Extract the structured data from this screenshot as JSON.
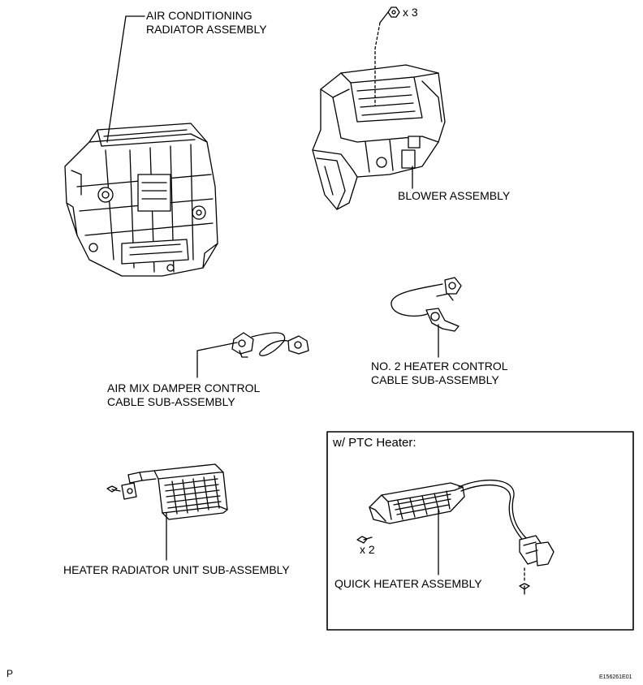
{
  "labels": {
    "ac_radiator": [
      "AIR CONDITIONING",
      "RADIATOR ASSEMBLY"
    ],
    "blower": "BLOWER ASSEMBLY",
    "no2_cable": [
      "NO. 2 HEATER CONTROL",
      "CABLE SUB-ASSEMBLY"
    ],
    "air_mix_cable": [
      "AIR MIX DAMPER CONTROL",
      "CABLE SUB-ASSEMBLY"
    ],
    "heater_radiator": "HEATER RADIATOR UNIT SUB-ASSEMBLY",
    "ptc_box_title": "w/ PTC Heater:",
    "quick_heater": "QUICK HEATER ASSEMBLY"
  },
  "quantities": {
    "blower_screws": "x 3",
    "quick_heater_screws": "x 2"
  },
  "corner_marks": {
    "left": "P",
    "right": "E156261E01"
  },
  "colors": {
    "line": "#000000",
    "background": "#ffffff"
  }
}
